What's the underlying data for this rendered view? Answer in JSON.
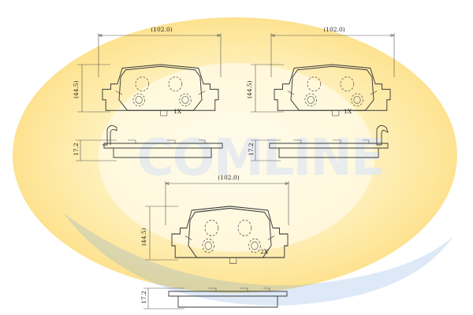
{
  "watermark": {
    "brand": "COMLINE",
    "colors": {
      "ring": "#fde9a0",
      "center": "#fff8d4",
      "accent": "#5c8fd0",
      "text": "#dfe8f1"
    }
  },
  "views": {
    "top_left": {
      "width": "(102.0)",
      "height": "(44.5)",
      "qty": "1X"
    },
    "top_right": {
      "width": "(102.0)",
      "height": "(44.5)",
      "qty": "1X"
    },
    "bottom": {
      "width": "(102.0)",
      "height": "(44.5)",
      "qty": "2X"
    }
  },
  "profiles": {
    "left": "17.2",
    "right": "17.2",
    "bottom": "17.2"
  }
}
